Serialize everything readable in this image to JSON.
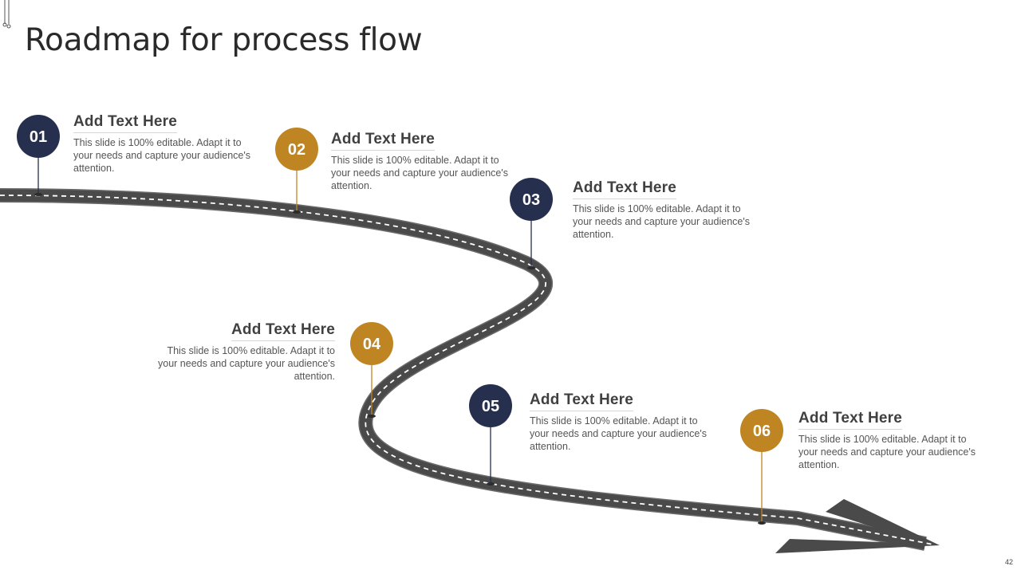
{
  "slide": {
    "title": "Roadmap for process flow",
    "page_number": "42"
  },
  "colors": {
    "navy": "#272f4f",
    "gold": "#bf8523",
    "road": "#4a4a4a",
    "road_edge": "#6b6b6b",
    "lane_marking": "#ffffff"
  },
  "steps": [
    {
      "number": "01",
      "heading": "Add Text Here",
      "description": "This slide is 100% editable. Adapt it to your needs and capture your audience's attention.",
      "color": "navy"
    },
    {
      "number": "02",
      "heading": "Add Text Here",
      "description": "This slide is 100% editable. Adapt it to your needs and capture your audience's attention.",
      "color": "gold"
    },
    {
      "number": "03",
      "heading": "Add Text Here",
      "description": "This slide is 100% editable. Adapt it to your needs and capture your audience's attention.",
      "color": "navy"
    },
    {
      "number": "04",
      "heading": "Add Text Here",
      "description": "This slide is 100% editable. Adapt it to your needs and capture your audience's attention.",
      "color": "gold"
    },
    {
      "number": "05",
      "heading": "Add Text Here",
      "description": "This slide is 100% editable. Adapt it to your needs and capture your audience's attention.",
      "color": "navy"
    },
    {
      "number": "06",
      "heading": "Add Text Here",
      "description": "This slide is 100% editable. Adapt it to your needs and capture your audience's attention.",
      "color": "gold"
    }
  ]
}
